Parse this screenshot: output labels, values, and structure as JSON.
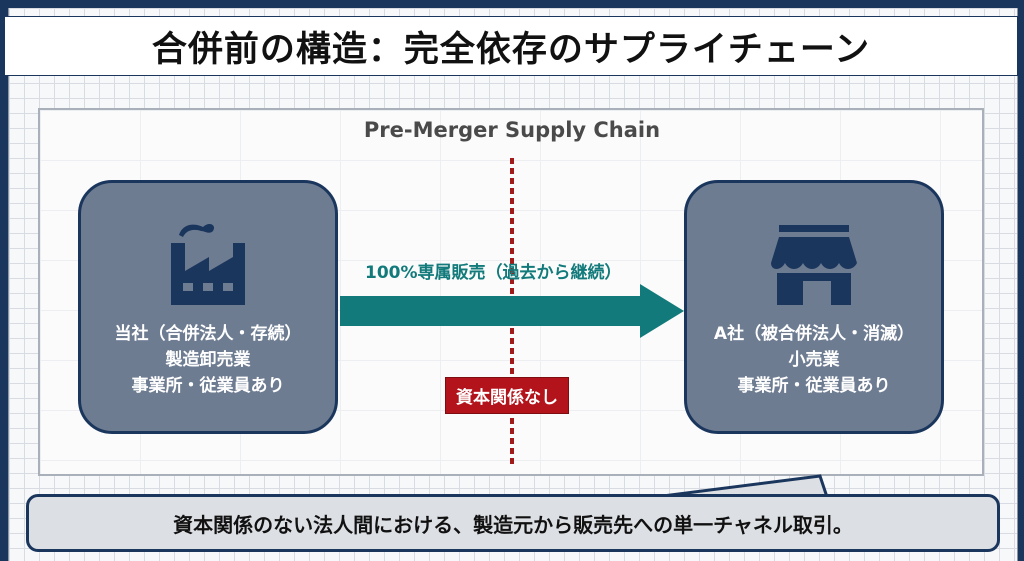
{
  "title": "合併前の構造：完全依存のサプライチェーン",
  "panel_title": "Pre-Merger Supply Chain",
  "left_entity": {
    "icon": "factory-icon",
    "lines": [
      "当社（合併法人・存続）",
      "製造卸売業",
      "事業所・従業員あり"
    ]
  },
  "right_entity": {
    "icon": "storefront-icon",
    "lines": [
      "A社（被合併法人・消滅）",
      "小売業",
      "事業所・従業員あり"
    ]
  },
  "flow": {
    "label": "100%専属販売（過去から継続）",
    "direction": "left-to-right",
    "color": "#127a7a"
  },
  "capital_badge": {
    "label": "資本関係なし",
    "color": "#b3141b"
  },
  "callout": {
    "text": "資本関係のない法人間における、製造元から販売先への単一チャネル取引。"
  },
  "colors": {
    "frame": "#1b365d",
    "entity_fill": "#6e7c92",
    "divider": "#a31a1a"
  }
}
